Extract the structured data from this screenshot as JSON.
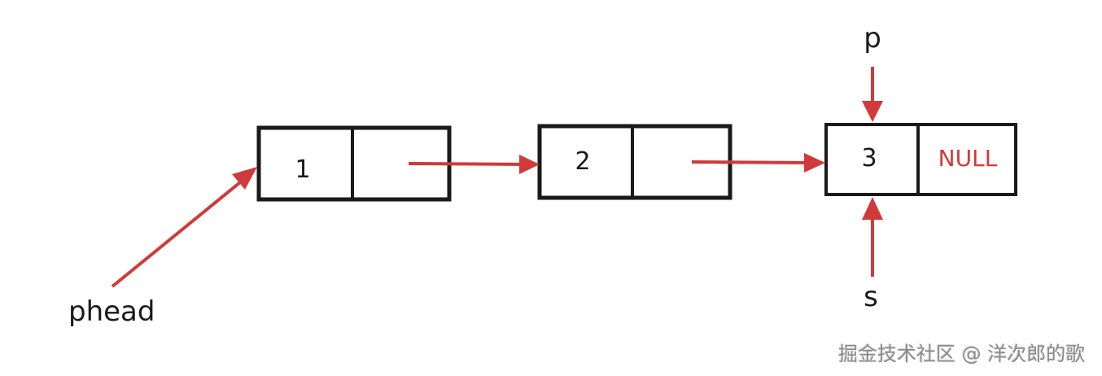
{
  "diagram": {
    "type": "singly-linked-list",
    "nodes": [
      {
        "value": "1",
        "next": ""
      },
      {
        "value": "2",
        "next": ""
      },
      {
        "value": "3",
        "next": "NULL"
      }
    ],
    "pointers": {
      "head": "phead",
      "p": "p",
      "s": "s"
    },
    "colors": {
      "arrow": "#d03a3a",
      "box": "#1a1a1a",
      "null_text": "#d03a3a"
    }
  },
  "watermark": "掘金技术社区 @ 洋次郎的歌"
}
